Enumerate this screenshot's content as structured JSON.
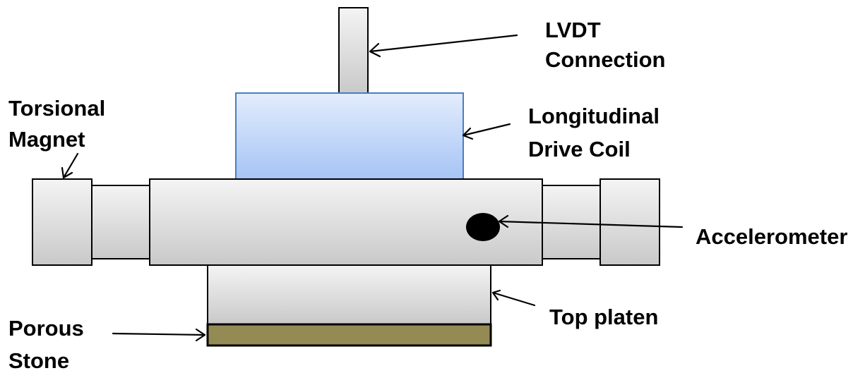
{
  "labels": {
    "lvdt_line1": "LVDT",
    "lvdt_line2": "Connection",
    "torsional_line1": "Torsional",
    "torsional_line2": "Magnet",
    "longitudinal_line1": "Longitudinal",
    "longitudinal_line2": "Drive Coil",
    "accelerometer": "Accelerometer",
    "top_platen": "Top platen",
    "porous_line1": "Porous",
    "porous_line2": "Stone"
  },
  "colors": {
    "component_fill_light": "#f4f4f4",
    "component_fill_dark": "#c9c9c9",
    "drive_coil_fill_light": "#e3edfc",
    "drive_coil_fill_dark": "#a5c3f5",
    "drive_coil_stroke": "#4a7ec2",
    "porous_stone_fill": "#948a54",
    "outline": "#000000",
    "accelerometer": "#000000"
  }
}
